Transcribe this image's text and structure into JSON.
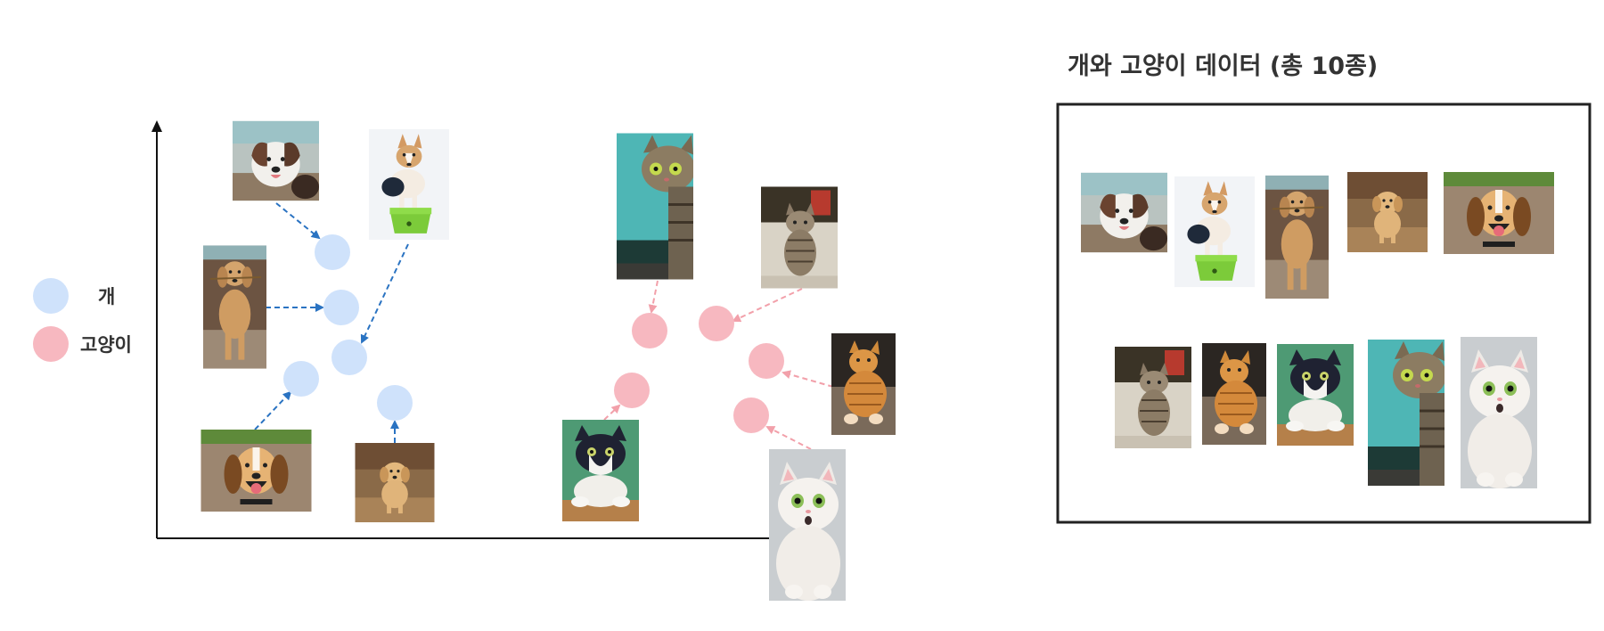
{
  "legend": {
    "dog_label": "개",
    "cat_label": "고양이"
  },
  "panel": {
    "title": "개와 고양이 데이터 (총 10종)"
  },
  "colors": {
    "dog": "#cfe2fb",
    "cat": "#f7b8c0",
    "dog_arrow": "#2a73c2",
    "cat_arrow": "#f2a0aa",
    "axis": "#111111",
    "frame": "#222222"
  },
  "icons": {
    "dogs": [
      "border-collie-photo",
      "corgi-on-stool-photo",
      "golden-retriever-standing-photo",
      "golden-puppy-photo",
      "beagle-smiling-photo"
    ],
    "cats": [
      "tabby-cat-sitting-photo",
      "orange-tabby-cat-photo",
      "tuxedo-cat-photo",
      "tabby-cat-peeking-photo",
      "white-fluffy-cat-photo"
    ]
  }
}
